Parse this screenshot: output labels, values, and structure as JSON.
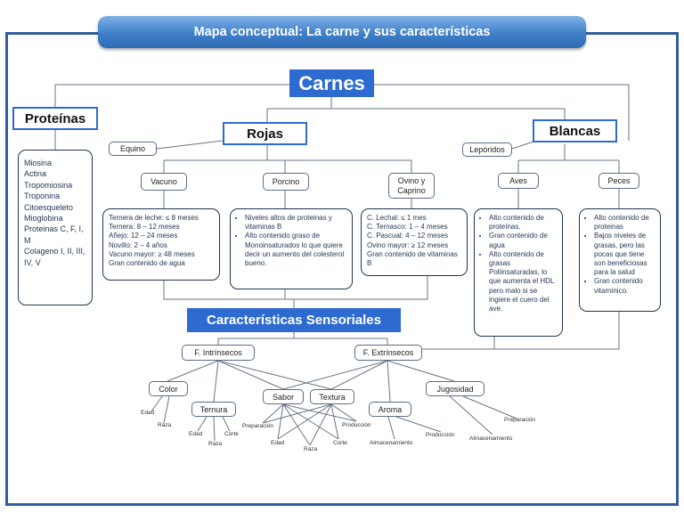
{
  "title": "Mapa conceptual: La carne y sus características",
  "root": "Carnes",
  "proteinas": {
    "label": "Proteínas",
    "items": [
      "Miosina",
      "Actina",
      "Tropomiosina",
      "Troponina",
      "Citoesqueleto",
      "Mioglobina",
      "Proteinas C, F, I, M",
      "Colageno I, II, III, IV, V"
    ]
  },
  "rojas": {
    "label": "Rojas",
    "equino": "Equino",
    "vacuno": {
      "label": "Vacuno",
      "items": [
        "Ternera de leche: ≤ 8 meses",
        "Ternera: 8 – 12 meses",
        "Añejo: 12 – 24 meses",
        "Novillo: 2 – 4 años",
        "Vacuno mayor: ≥ 48 meses",
        "Gran contenido de agua"
      ]
    },
    "porcino": {
      "label": "Porcino",
      "items": [
        "Niveles altos de proteinas y vitaminas B",
        "Alto contenido graso de Monoinsaturados lo que quiere decir un aumento del colesterol bueno."
      ]
    },
    "ovino": {
      "label": "Ovino y Caprino",
      "items": [
        "C. Lechal: ≤ 1 mes",
        "C. Ternasco: 1 – 4 meses",
        "C. Pascual: 4 – 12 meses",
        "Ovino mayor: ≥ 12 meses",
        "Gran contenido de vitaminas B"
      ]
    }
  },
  "blancas": {
    "label": "Blancas",
    "leporidos": "Lepóridos",
    "aves": {
      "label": "Aves",
      "items": [
        "Alto contenido de proteínas.",
        "Gran contenido de agua",
        "Alto contenido de grasas Poliinsaturadas, lo que aumenta el HDL pero malo si se ingiere el cuero del ave."
      ]
    },
    "peces": {
      "label": "Peces",
      "items": [
        "Alto contenido de proteinas",
        "Bajos niveles de grasas, pero las pocas que tiene son beneficiosas para la salud",
        "Gran contenido vitamínico."
      ]
    }
  },
  "sensoriales": {
    "label": "Características Sensoriales",
    "intrinsecos": "F. Intrínsecos",
    "extrinsecos": "F. Extrínsecos",
    "factors": {
      "color": "Color",
      "ternura": "Ternura",
      "sabor": "Sabor",
      "textura": "Textura",
      "aroma": "Aroma",
      "jugosidad": "Jugosidad"
    },
    "leaves": {
      "color_edad": "Edad",
      "color_raza": "Raza",
      "ternura_edad": "Edad",
      "ternura_raza": "Raza",
      "ternura_corte": "Corte",
      "st_preparacion": "Preparación",
      "st_edad": "Edad",
      "st_raza": "Raza",
      "st_corte": "Corte",
      "st_produccion": "Producción",
      "aroma_almacenamiento": "Almacenamiento",
      "aroma_produccion": "Producción",
      "jug_preparacion": "Preparación",
      "jug_almacenamiento": "Almacenamiento"
    }
  },
  "colors": {
    "frame": "#2f5d9e",
    "accent_blue": "#2e6bd0",
    "title_bar": "#3f7fc8",
    "box_border": "#1f3553",
    "line": "#6a7587"
  }
}
